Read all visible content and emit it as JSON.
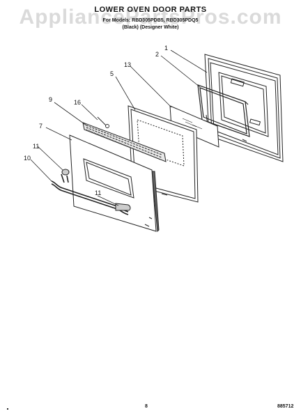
{
  "watermark": "AppliancePartsPros.com",
  "header": {
    "title": "LOWER OVEN DOOR PARTS",
    "models": "For Models: RBD305PDB5, RBD305PDQ5",
    "finish": "(Black)          (Designer White)"
  },
  "callouts": [
    "1",
    "2",
    "5",
    "13",
    "9",
    "16",
    "7",
    "11",
    "10",
    "11"
  ],
  "footer": {
    "page_number": "8",
    "document_number": "885712"
  }
}
